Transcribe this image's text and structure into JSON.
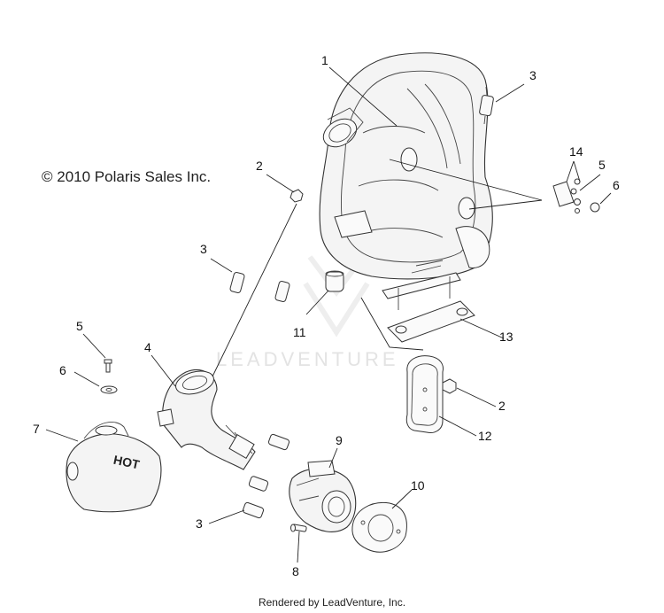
{
  "copyright": "© 2010 Polaris Sales Inc.",
  "footer": "Rendered by LeadVenture, Inc.",
  "watermark": "LEADVENTURE",
  "heat_shield_text": "HOT",
  "callouts": [
    {
      "id": "c1",
      "label": "1"
    },
    {
      "id": "c3a",
      "label": "3"
    },
    {
      "id": "c2a",
      "label": "2"
    },
    {
      "id": "c14",
      "label": "14"
    },
    {
      "id": "c5a",
      "label": "5"
    },
    {
      "id": "c6a",
      "label": "6"
    },
    {
      "id": "c3b",
      "label": "3"
    },
    {
      "id": "c11",
      "label": "11"
    },
    {
      "id": "c13",
      "label": "13"
    },
    {
      "id": "c5b",
      "label": "5"
    },
    {
      "id": "c4",
      "label": "4"
    },
    {
      "id": "c6b",
      "label": "6"
    },
    {
      "id": "c2b",
      "label": "2"
    },
    {
      "id": "c7",
      "label": "7"
    },
    {
      "id": "c12",
      "label": "12"
    },
    {
      "id": "c9",
      "label": "9"
    },
    {
      "id": "c10",
      "label": "10"
    },
    {
      "id": "c3c",
      "label": "3"
    },
    {
      "id": "c8",
      "label": "8"
    }
  ]
}
